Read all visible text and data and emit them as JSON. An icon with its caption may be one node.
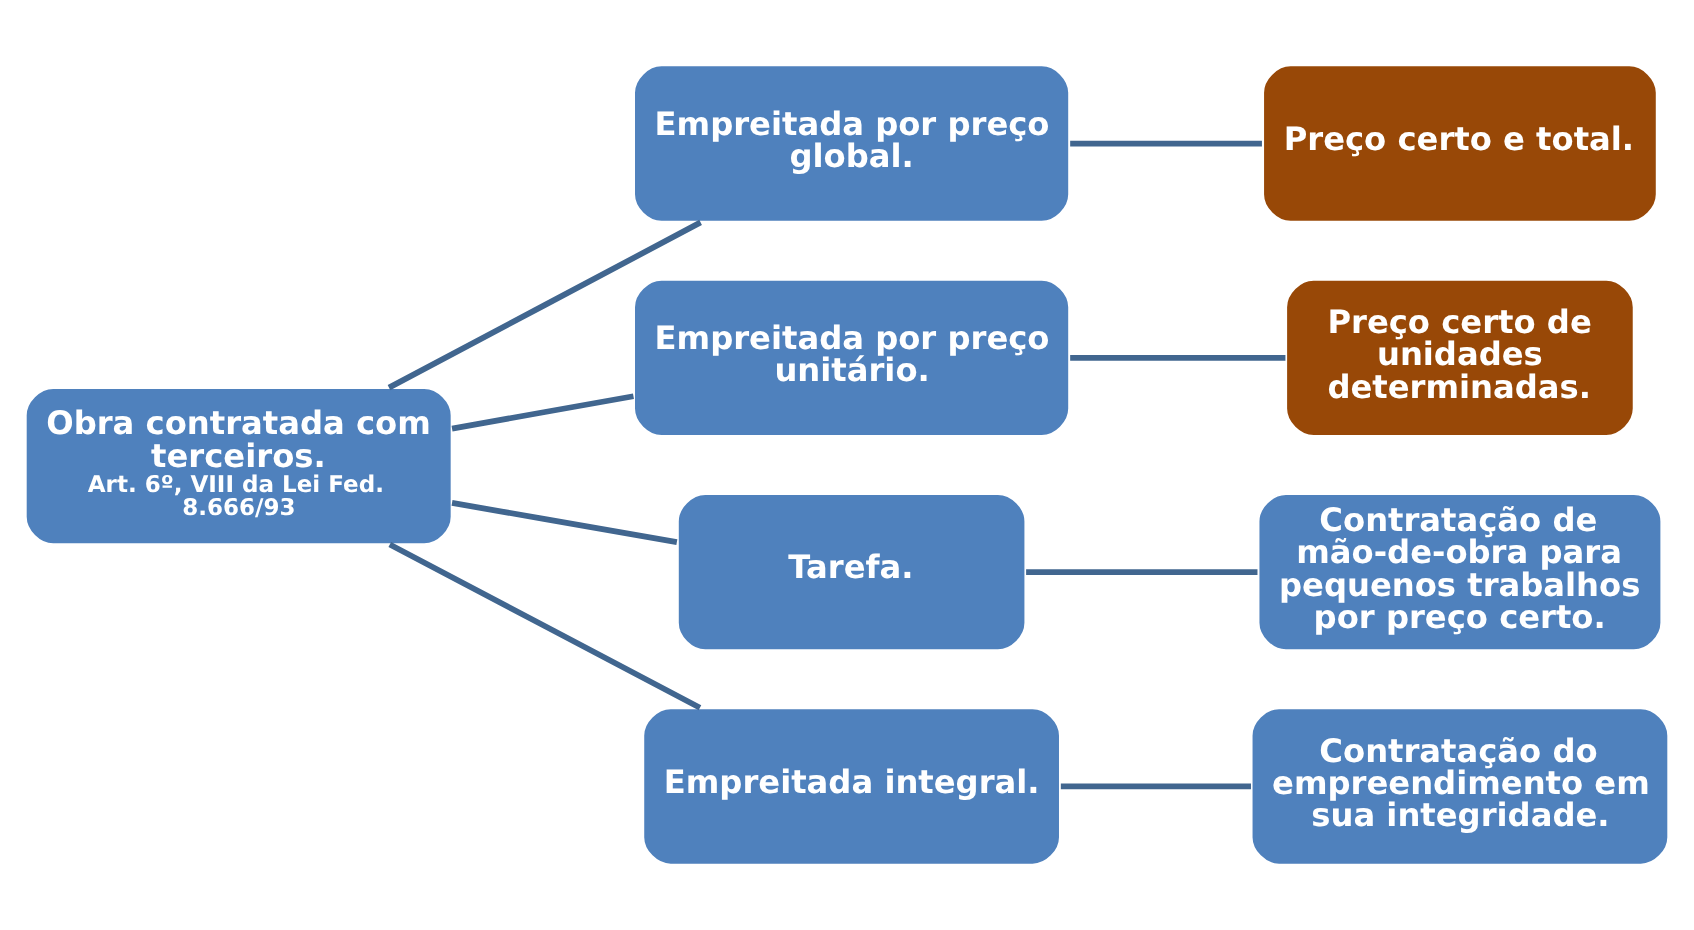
{
  "diagram": {
    "nodes": [
      {
        "text": [
          "Obra contratada com terceiros.",
          "Art. 6º, VIII da Lei Fed. 8.666/93"
        ]
      },
      {
        "text": [
          "Empreitada por preço global."
        ]
      },
      {
        "text": [
          "Empreitada por preço unitário."
        ]
      },
      {
        "text": [
          "Tarefa."
        ]
      },
      {
        "text": [
          "Empreitada integral."
        ]
      },
      {
        "text": [
          "Preço certo e total."
        ]
      },
      {
        "text": [
          "Preço certo de unidades determinadas."
        ]
      },
      {
        "text": [
          "Contratação de mão-de-obra para pequenos trabalhos por preço certo."
        ]
      },
      {
        "text": [
          "Contratação do empreendimento em sua integridade."
        ]
      }
    ],
    "edges": [
      {
        "from": 0,
        "to": 1,
        "arrow": "none"
      },
      {
        "from": 0,
        "to": 2,
        "arrow": "none"
      },
      {
        "from": 0,
        "to": 3,
        "arrow": "none"
      },
      {
        "from": 0,
        "to": 4,
        "arrow": "none"
      },
      {
        "from": 1,
        "to": 5,
        "arrow": "none"
      },
      {
        "from": 2,
        "to": 6,
        "arrow": "none"
      },
      {
        "from": 3,
        "to": 7,
        "arrow": "none"
      },
      {
        "from": 4,
        "to": 8,
        "arrow": "none"
      }
    ]
  }
}
